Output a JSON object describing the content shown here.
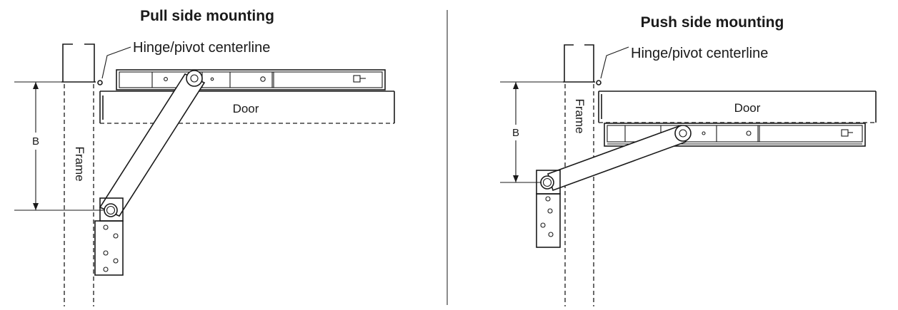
{
  "pull": {
    "title": "Pull side mounting",
    "callout": "Hinge/pivot centerline",
    "door_label": "Door",
    "frame_label": "Frame",
    "dimension_label": "B"
  },
  "push": {
    "title": "Push side mounting",
    "callout": "Hinge/pivot centerline",
    "door_label": "Door",
    "frame_label": "Frame",
    "dimension_label": "B"
  }
}
